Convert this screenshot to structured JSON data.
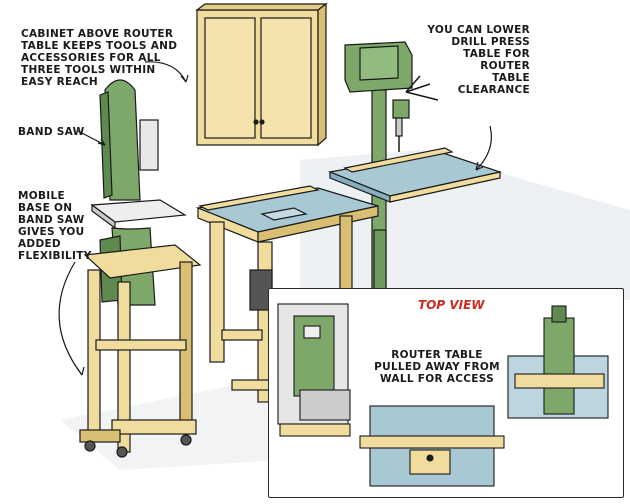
{
  "labels": {
    "cabinet": "CABINET ABOVE ROUTER\nTABLE KEEPS TOOLS AND\nACCESSORIES FOR ALL\nTHREE TOOLS WITHIN\nEASY REACH",
    "drill_press": "YOU CAN LOWER\nDRILL PRESS\nTABLE FOR\nROUTER\nTABLE\nCLEARANCE",
    "band_saw": "BAND SAW",
    "mobile_base": "MOBILE\nBASE ON\nBAND SAW\nGIVES YOU\nADDED\nFLEXIBILITY",
    "inset_title": "TOP VIEW",
    "router_table": "ROUTER TABLE\nPULLED AWAY FROM\nWALL FOR ACCESS"
  },
  "colors": {
    "machine_green": "#7ea86a",
    "machine_green_dark": "#5e8a50",
    "wood": "#f0dc9c",
    "wood_dark": "#d8bf74",
    "table_top": "#a8c8d4",
    "table_top_dark": "#86aebc",
    "wall_shadow": "#e7ebef",
    "title_red": "#cc2a1e",
    "ink": "#1a1a1a"
  }
}
